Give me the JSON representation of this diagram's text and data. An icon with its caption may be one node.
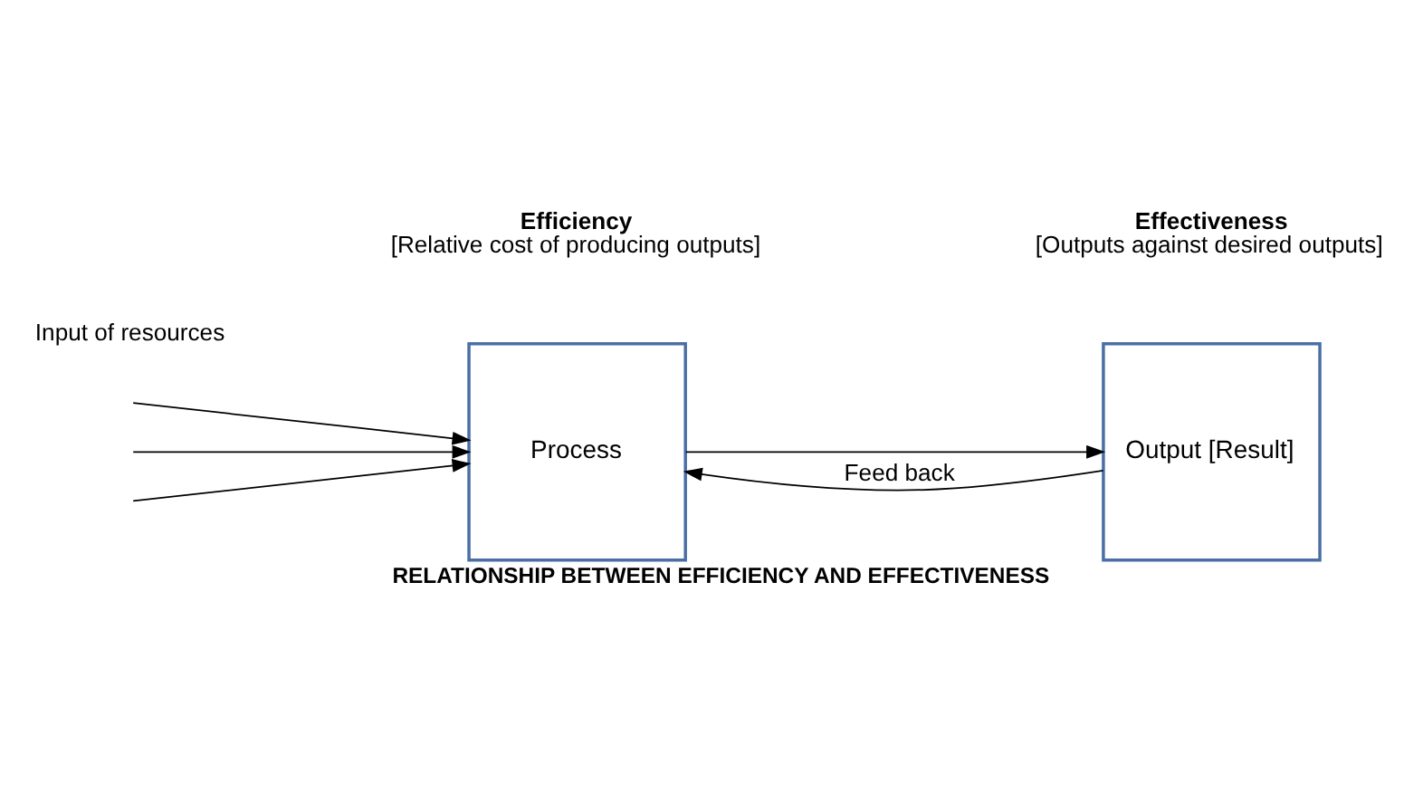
{
  "diagram": {
    "caption": "RELATIONSHIP BETWEEN EFFICIENCY AND EFFECTIVENESS",
    "nodes": [
      {
        "text": [
          "Process"
        ],
        "beside": [
          "Efficiency",
          "[Relative cost of producing outputs]"
        ]
      },
      {
        "text": [
          "Output [Result]"
        ],
        "beside": [
          "Effectiveness",
          "[Outputs against desired outputs]"
        ]
      }
    ],
    "edges": [
      {
        "from": null,
        "to": 0,
        "arrow": "to"
      },
      {
        "from": null,
        "to": 0,
        "arrow": "to"
      },
      {
        "from": null,
        "to": 0,
        "arrow": "to"
      },
      {
        "from": 0,
        "to": 1,
        "arrow": "to"
      },
      {
        "from": 1,
        "to": 0,
        "arrow": "to",
        "label": "Feed back"
      }
    ],
    "labels": [
      "Input of resources"
    ]
  }
}
